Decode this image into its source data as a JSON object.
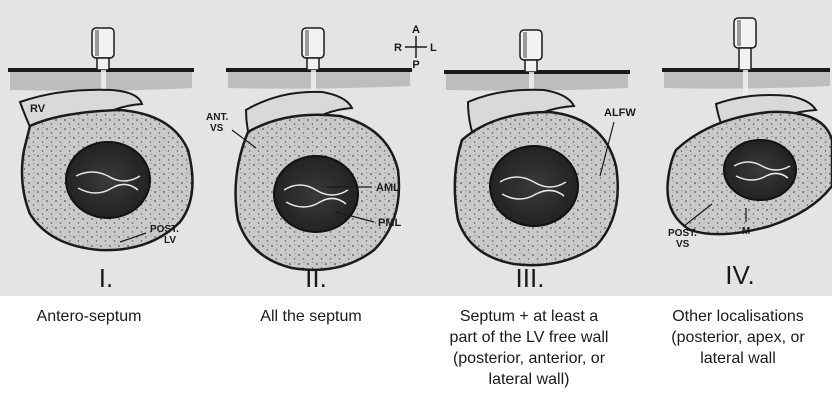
{
  "orientation": {
    "a": "A",
    "r": "R",
    "l": "L",
    "p": "P"
  },
  "panels": [
    {
      "numeral": "I.",
      "labels": {
        "rv": "RV",
        "post_lv": "POST.\nLV"
      },
      "caption": "Antero-septum"
    },
    {
      "numeral": "II.",
      "labels": {
        "ant_vs": "ANT.\nVS",
        "aml": "AML",
        "pml": "PML"
      },
      "caption": "All the septum"
    },
    {
      "numeral": "III.",
      "labels": {
        "alfw": "ALFW"
      },
      "caption": "Septum + at least a\npart of the LV free wall\n(posterior, anterior, or\nlateral wall)"
    },
    {
      "numeral": "IV.",
      "labels": {
        "post_vs": "POST.\nVS",
        "m": "M"
      },
      "caption": "Other localisations\n(posterior, apex, or\nlateral wall"
    }
  ],
  "colors": {
    "ink": "#1a1a1a",
    "paper": "#e4e4e4",
    "myocardium": "#c9c9c9",
    "cavity": "#2b2b2b",
    "stipple": "#555555"
  }
}
